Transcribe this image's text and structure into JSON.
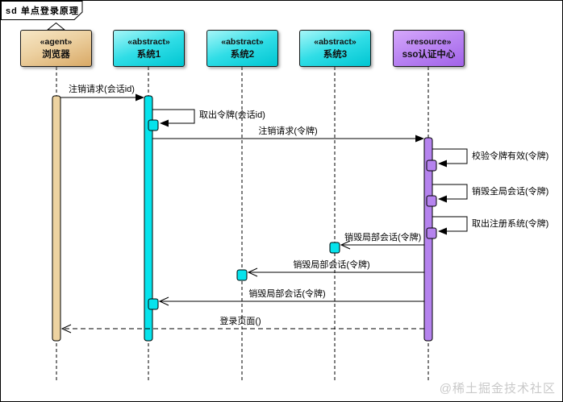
{
  "frame": {
    "title": "sd 单点登录原理",
    "type": "uml-sequence-diagram"
  },
  "participants": [
    {
      "stereotype": "«agent»",
      "name": "浏览器",
      "kind": "agent"
    },
    {
      "stereotype": "«abstract»",
      "name": "系统1",
      "kind": "abstract"
    },
    {
      "stereotype": "«abstract»",
      "name": "系统2",
      "kind": "abstract"
    },
    {
      "stereotype": "«abstract»",
      "name": "系统3",
      "kind": "abstract"
    },
    {
      "stereotype": "«resource»",
      "name": "sso认证中心",
      "kind": "resource"
    }
  ],
  "messages": [
    {
      "label": "注销请求(会话id)",
      "from": "浏览器",
      "to": "系统1",
      "kind": "sync"
    },
    {
      "label": "取出令牌(会话id)",
      "from": "系统1",
      "to": "系统1",
      "kind": "self"
    },
    {
      "label": "注销请求(令牌)",
      "from": "系统1",
      "to": "sso认证中心",
      "kind": "sync"
    },
    {
      "label": "校验令牌有效(令牌)",
      "from": "sso认证中心",
      "to": "sso认证中心",
      "kind": "self"
    },
    {
      "label": "销毁全局会话(令牌)",
      "from": "sso认证中心",
      "to": "sso认证中心",
      "kind": "self"
    },
    {
      "label": "取出注册系统(令牌)",
      "from": "sso认证中心",
      "to": "sso认证中心",
      "kind": "self"
    },
    {
      "label": "销毁局部会话(令牌)",
      "from": "sso认证中心",
      "to": "系统3",
      "kind": "async"
    },
    {
      "label": "销毁局部会话(令牌)",
      "from": "sso认证中心",
      "to": "系统2",
      "kind": "async"
    },
    {
      "label": "销毁局部会话(令牌)",
      "from": "sso认证中心",
      "to": "系统1",
      "kind": "async"
    },
    {
      "label": "登录页面()",
      "from": "sso认证中心",
      "to": "浏览器",
      "kind": "return"
    }
  ],
  "watermark": "@稀土掘金技术社区",
  "colors": {
    "agent_box": "#ecd0a0",
    "abstract_box": "#00d2dc",
    "resource_box": "#b27df0",
    "agent_activation": "#edd3a1",
    "abstract_activation": "#06e3ec",
    "resource_activation": "#b583ee",
    "line": "#000000",
    "watermark": "#c9c9c9"
  }
}
